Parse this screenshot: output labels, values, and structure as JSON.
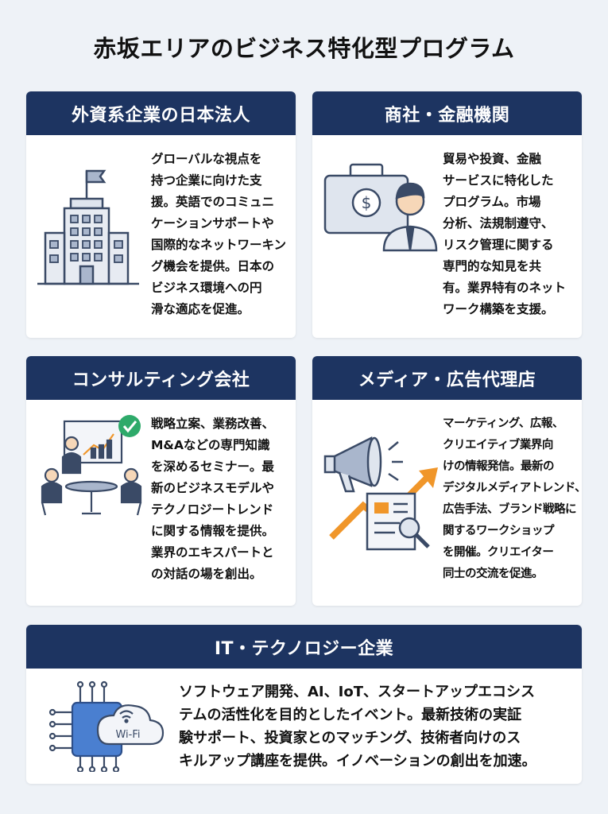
{
  "title": "赤坂エリアのビジネス特化型プログラム",
  "colors": {
    "header_bg": "#1d3461",
    "accent_orange": "#f0962a",
    "check_green": "#2eaa6a",
    "background": "#eef2f7"
  },
  "cards": [
    {
      "heading": "外資系企業の日本法人",
      "icon": "office-building-flag-icon",
      "lines": [
        "グローバルな視点を",
        "持つ企業に向けた支",
        "援。英語でのコミュニ",
        "ケーションサポートや",
        "国際的なネットワーキン",
        "グ機会を提供。日本の",
        "ビジネス環境への円",
        "滑な適応を促進。"
      ]
    },
    {
      "heading": "商社・金融機関",
      "icon": "briefcase-dollar-businessman-icon",
      "lines": [
        "貿易や投資、金融",
        "サービスに特化した",
        "プログラム。市場",
        "分析、法規制遵守、",
        "リスク管理に関する",
        "専門的な知見を共",
        "有。業界特有のネット",
        "ワーク構築を支援。"
      ]
    },
    {
      "heading": "コンサルティング会社",
      "icon": "meeting-presentation-check-icon",
      "lines": [
        "戦略立案、業務改善、",
        "M&Aなどの専門知識",
        "を深めるセミナー。最",
        "新のビジネスモデルや",
        "テクノロジートレンド",
        "に関する情報を提供。",
        "業界のエキスパートと",
        "の対話の場を創出。"
      ]
    },
    {
      "heading": "メディア・広告代理店",
      "icon": "megaphone-document-trend-icon",
      "lines": [
        "マーケティング、広報、",
        "クリエイティブ業界向",
        "けの情報発信。最新の",
        "デジタルメディアトレンド、",
        "広告手法、ブランド戦略に",
        "関するワークショップ",
        "を開催。クリエイター",
        "同士の交流を促進。"
      ]
    },
    {
      "heading": "IT・テクノロジー企業",
      "icon": "chip-cloud-wifi-icon",
      "icon_label": "Wi-Fi",
      "lines": [
        "ソフトウェア開発、AI、IoT、スタートアップエコシス",
        "テムの活性化を目的としたイベント。最新技術の実証",
        "験サポート、投資家とのマッチング、技術者向けのス",
        "キルアップ講座を提供。イノベーションの創出を加速。"
      ]
    }
  ]
}
